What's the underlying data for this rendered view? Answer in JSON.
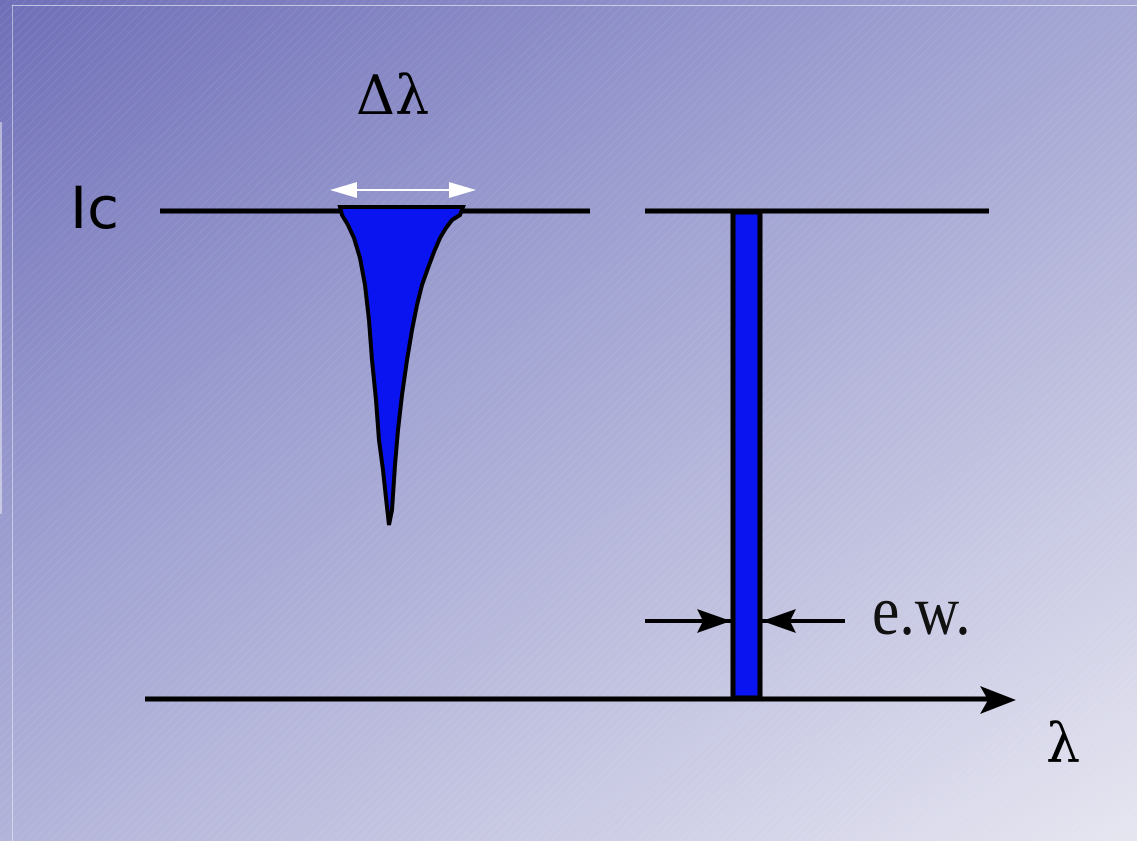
{
  "labels": {
    "continuum": "Ic",
    "line_width": "Δλ",
    "equivalent_width": "e.w.",
    "wavelength_axis": "λ"
  },
  "colors": {
    "line_fill": "#0a14f0",
    "stroke": "#000000",
    "width_arrow": "#ffffff"
  }
}
